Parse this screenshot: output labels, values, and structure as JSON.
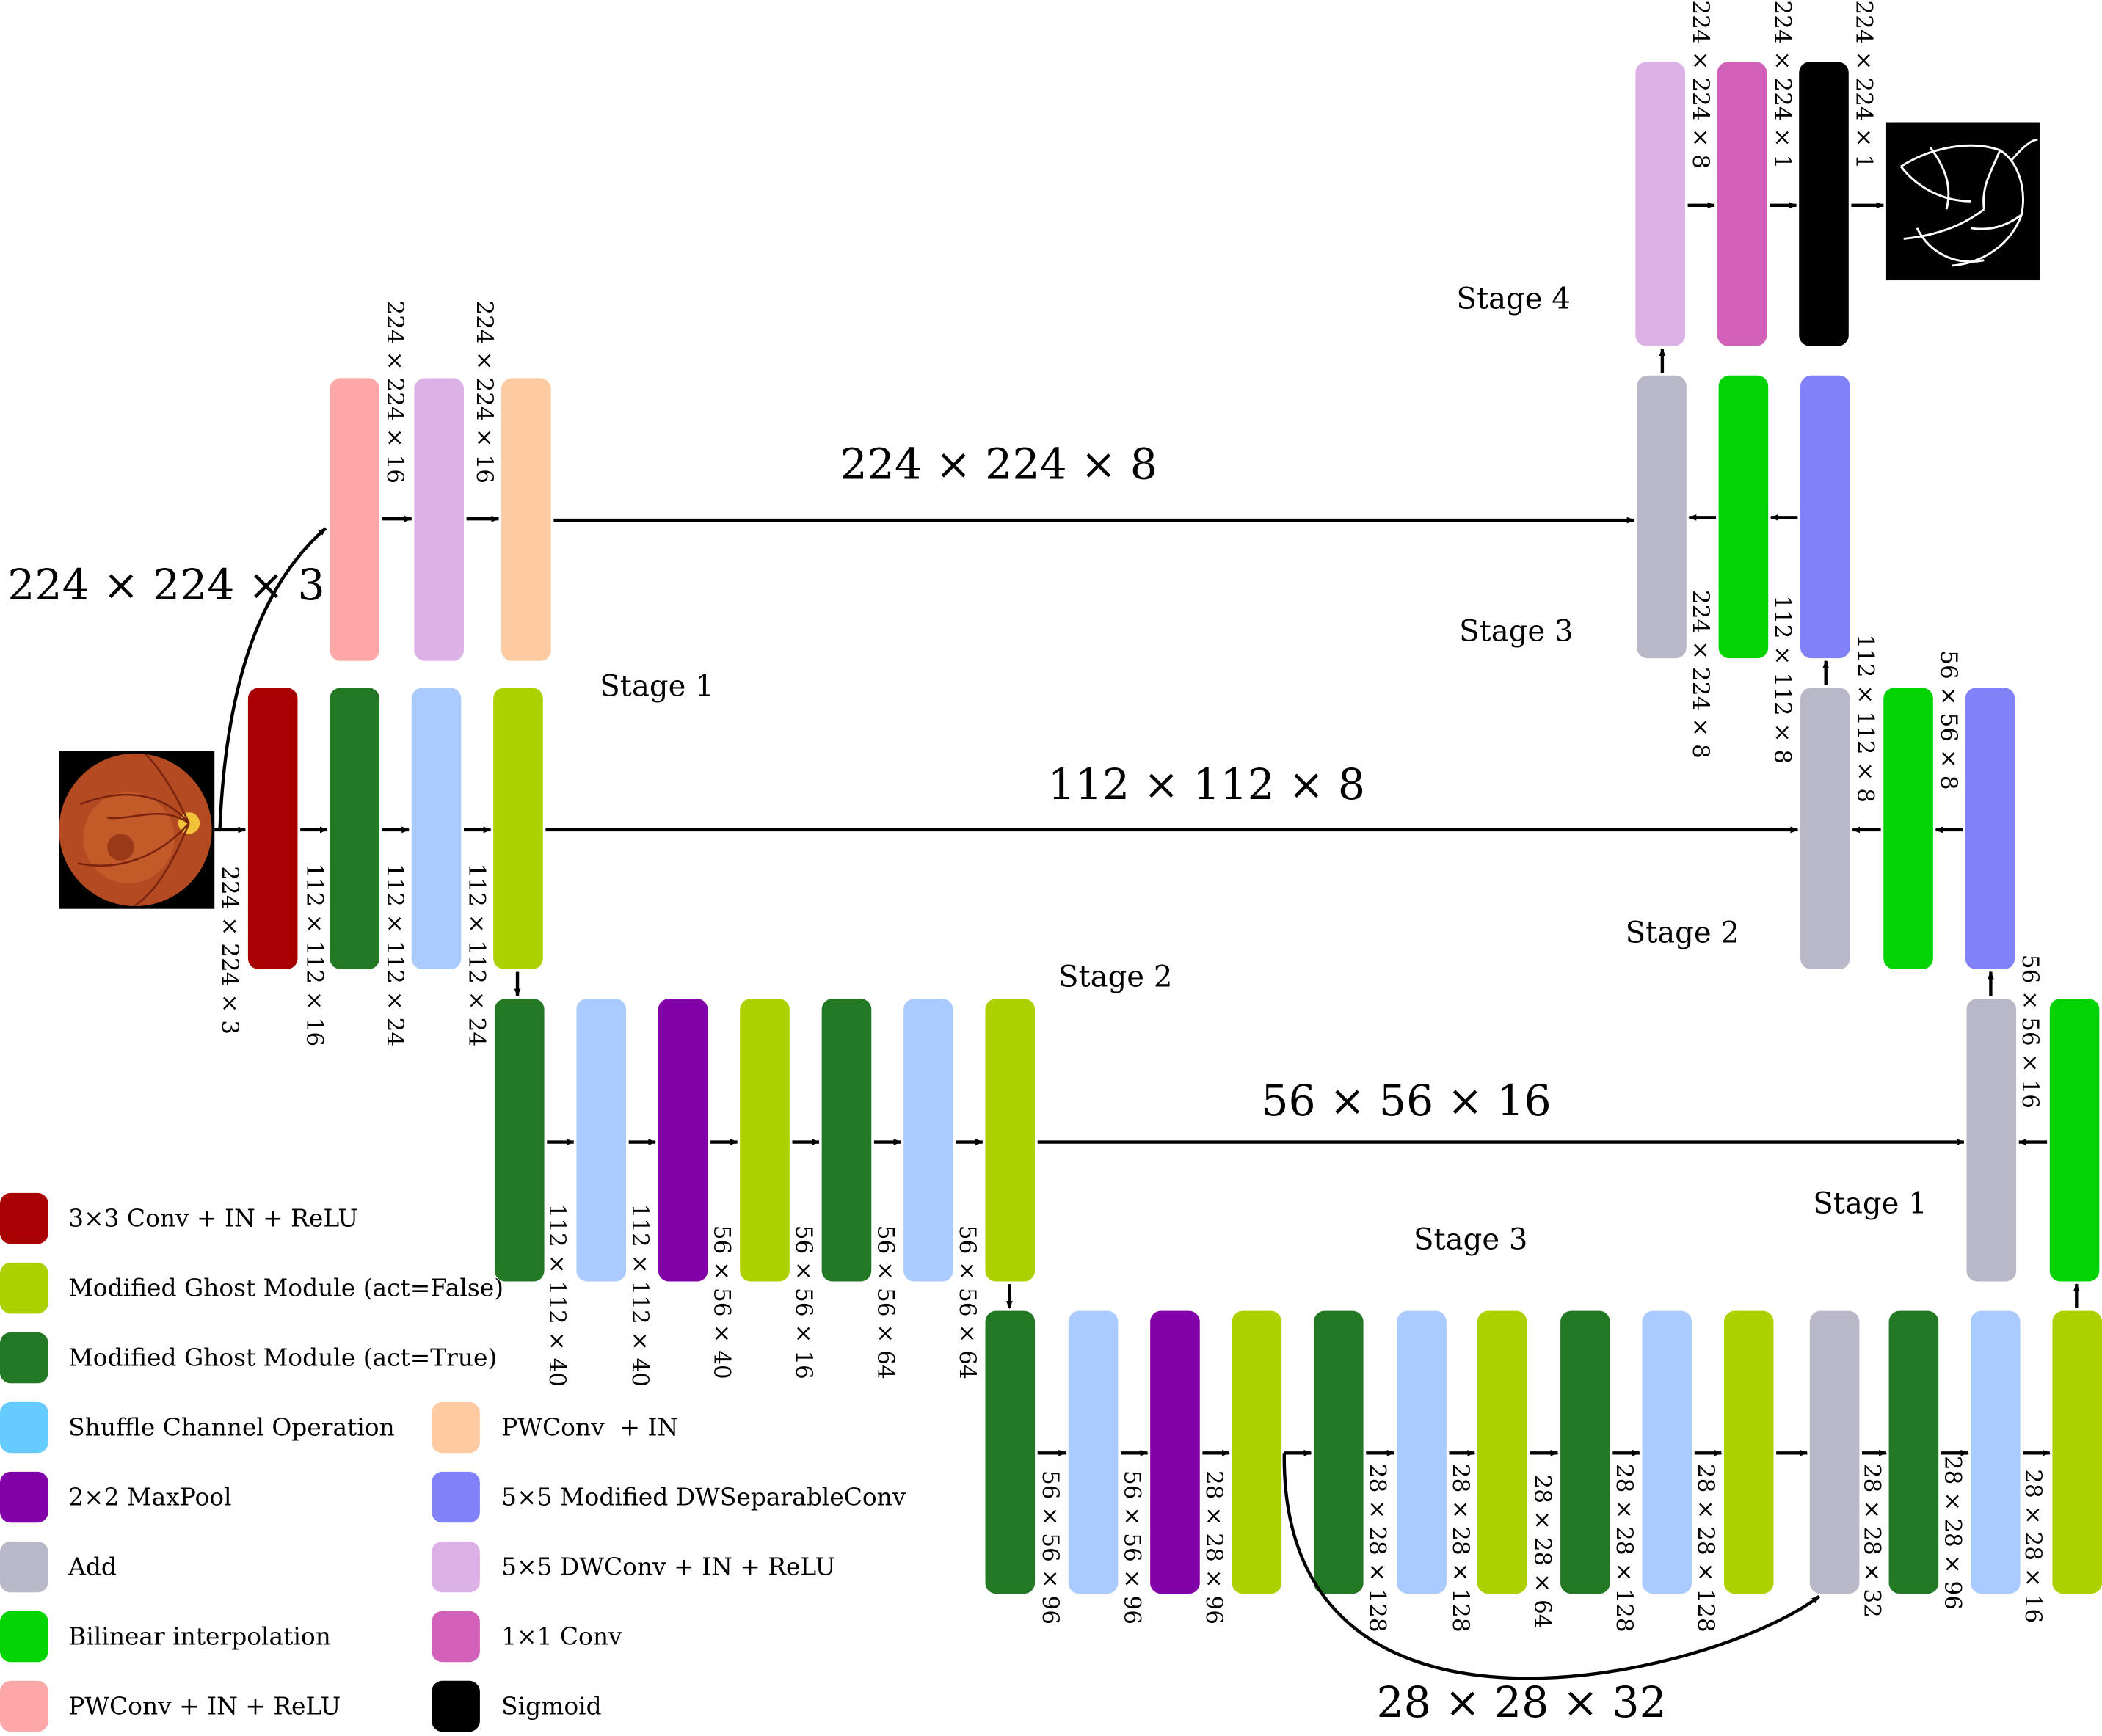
{
  "colors": {
    "conv3x3": "#a80000",
    "ghost_false": "#abd200",
    "ghost_true": "#227823",
    "shuffle_legend": "#66ccff",
    "shuffle": "#abcbff",
    "maxpool": "#8200a8",
    "add": "#b9b8c8",
    "bilinear": "#03d303",
    "pwconv_relu": "#fda8a8",
    "pwconv_in": "#fdcaa2",
    "dwsep": "#8181f8",
    "dwconv": "#dcb2e6",
    "conv1x1": "#d060b8",
    "sigmoid": "#000000"
  },
  "images": {
    "input": "retinal-fundus-image",
    "output": "vessel-segmentation-mask"
  },
  "stages": {
    "enc_stage1": "Stage 1",
    "enc_stage2": "Stage 2",
    "enc_stage3": "Stage 3",
    "dec_stage1": "Stage 1",
    "dec_stage2": "Stage 2",
    "dec_stage3": "Stage 3",
    "dec_stage4": "Stage 4"
  },
  "skip_labels": {
    "s224": "224 × 224 × 8",
    "s112": "112 × 112 × 8",
    "s56": "56 × 56 × 16",
    "s28": "28 × 28 × 32",
    "input": "224 × 224 × 3"
  },
  "dims": [
    "224 × 224 × 16",
    "224 × 224 × 16",
    "224 × 224 × 3",
    "112 × 112 × 16",
    "112 × 112 × 24",
    "112 × 112 × 24",
    "112 × 112 × 40",
    "112 × 112 × 40",
    "56 × 56 × 40",
    "56 × 56 × 16",
    "56 × 56 × 64",
    "56 × 56 × 64",
    "56 × 56 × 96",
    "56 × 56 × 96",
    "28 × 28 × 96",
    "28 × 28 × 128",
    "28 × 28 × 128",
    "28 × 28 × 64",
    "28 × 28 × 128",
    "28 × 28 × 128",
    "28 × 28 × 32",
    "28 × 28 × 96",
    "28 × 28 × 16",
    "56 × 56 × 16",
    "56 × 56 × 8",
    "112 × 112 × 8",
    "112 × 112 × 8",
    "224 × 224 × 8",
    "224 × 224 × 8",
    "224 × 224 × 1",
    "224 × 224 × 1"
  ],
  "legend": [
    {
      "label": "3×3 Conv + IN + ReLU",
      "color": "#a80000"
    },
    {
      "label": "Modified Ghost Module (act=False)",
      "color": "#abd200"
    },
    {
      "label": "Modified Ghost Module (act=True)",
      "color": "#227823"
    },
    {
      "label": "Shuffle Channel Operation",
      "color": "#66ccff"
    },
    {
      "label": "2×2 MaxPool",
      "color": "#8200a8"
    },
    {
      "label": "Add",
      "color": "#b9b8c8"
    },
    {
      "label": "Bilinear interpolation",
      "color": "#03d303"
    },
    {
      "label": "PWConv + IN + ReLU",
      "color": "#fda8a8"
    },
    {
      "label": "PWConv  + IN",
      "color": "#fdcaa2"
    },
    {
      "label": "5×5 Modified DWSeparableConv",
      "color": "#8181f8"
    },
    {
      "label": "5×5 DWConv + IN + ReLU",
      "color": "#dcb2e6"
    },
    {
      "label": "1×1 Conv",
      "color": "#d060b8"
    },
    {
      "label": "Sigmoid",
      "color": "#000000"
    }
  ]
}
